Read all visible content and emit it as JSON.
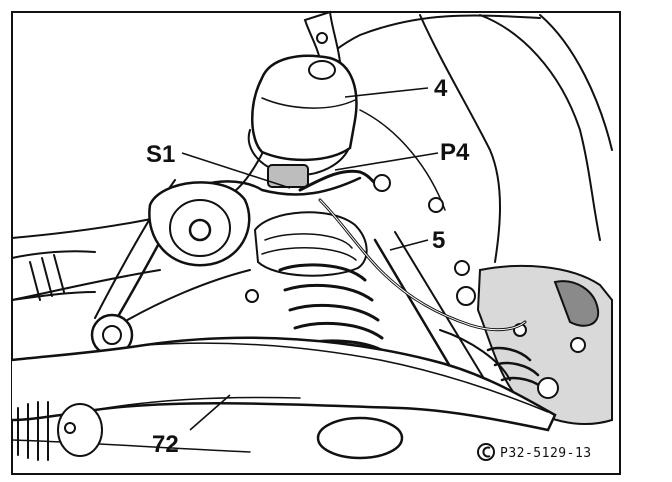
{
  "figure": {
    "code": "P32-5129-13",
    "colors": {
      "ink": "#111111",
      "paper": "#ffffff",
      "shade": "#cfcfcf",
      "dark": "#6d6d6d"
    },
    "icons": {
      "copyright_mark": "copyright-c-icon"
    }
  },
  "callouts": [
    {
      "id": "4",
      "label": "4"
    },
    {
      "id": "S1",
      "label": "S1"
    },
    {
      "id": "P4",
      "label": "P4"
    },
    {
      "id": "5",
      "label": "5"
    },
    {
      "id": "72",
      "label": "72"
    }
  ]
}
